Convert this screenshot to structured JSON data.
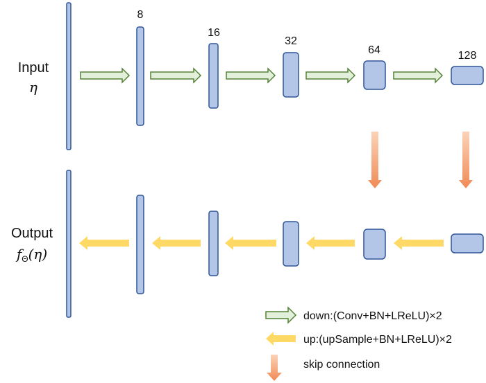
{
  "input": {
    "label": "Input",
    "symbol": "η"
  },
  "output": {
    "label": "Output",
    "f": "f",
    "sub": "Θ",
    "arg": "(η)"
  },
  "channels": [
    "8",
    "16",
    "32",
    "64",
    "128"
  ],
  "legend": {
    "down": "down:(Conv+BN+LReLU)×2",
    "up": "up:(upSample+BN+LReLU)×2",
    "skip": "skip connection"
  },
  "colors": {
    "block_fill": "#b4c6e7",
    "block_stroke": "#2f5597",
    "down_arrow_fill": "#e2efda",
    "down_arrow_stroke": "#548235",
    "up_arrow_fill": "#ffd966",
    "skip_arrow_fill": "#f4b183"
  }
}
